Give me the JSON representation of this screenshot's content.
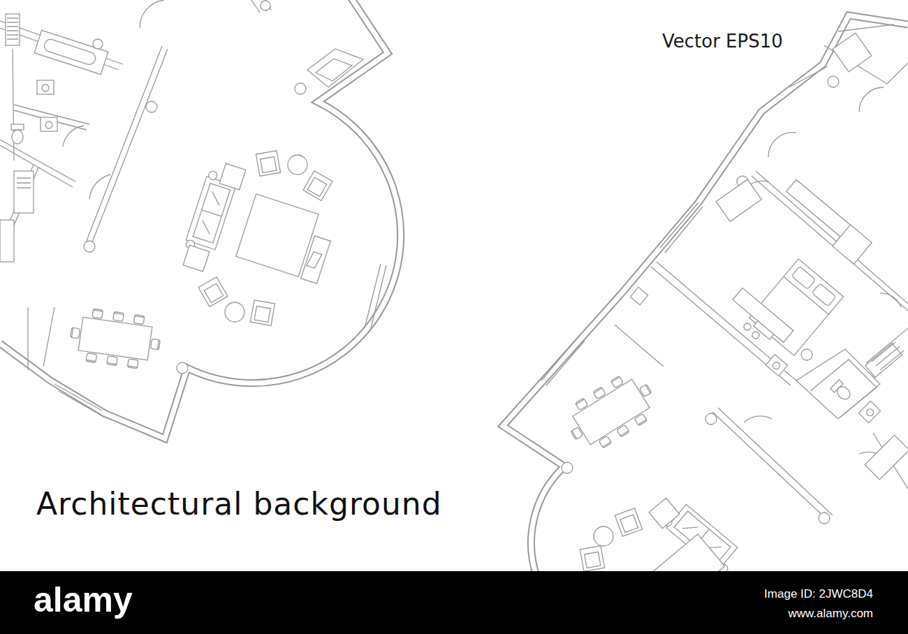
{
  "diagram": {
    "title": "Architectural background",
    "labels": [
      "Vector EPS10",
      "alamy",
      "Image ID: 2JWC8D4",
      "www.alamy.com"
    ]
  }
}
